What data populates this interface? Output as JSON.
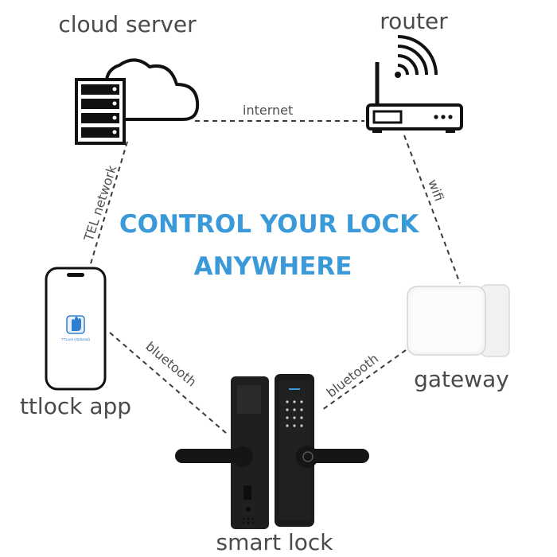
{
  "headline": {
    "line1": "CONTROL YOUR LOCK",
    "line2": "ANYWHERE",
    "color": "#3a9ad9"
  },
  "nodes": {
    "cloud_server": {
      "label": "cloud server",
      "icon": "cloud-server-icon"
    },
    "router": {
      "label": "router",
      "icon": "wifi-router-icon"
    },
    "ttlock_app": {
      "label": "ttlock app",
      "icon": "smartphone-icon",
      "app_icon_text": "TTLock (Optional)"
    },
    "gateway": {
      "label": "gateway",
      "icon": "gateway-device-icon"
    },
    "smart_lock": {
      "label": "smart lock",
      "icon": "smart-lock-icon"
    }
  },
  "links": {
    "internet": "internet",
    "tel_network": "TEL network",
    "wifi": "wifi",
    "bluetooth_app": "bluetooth",
    "bluetooth_gateway": "bluetooth"
  },
  "colors": {
    "label_text": "#4a4a4a",
    "line": "#3a3a3a",
    "lock_body": "#1f1f1f",
    "app_icon": "#2f7fd0"
  }
}
